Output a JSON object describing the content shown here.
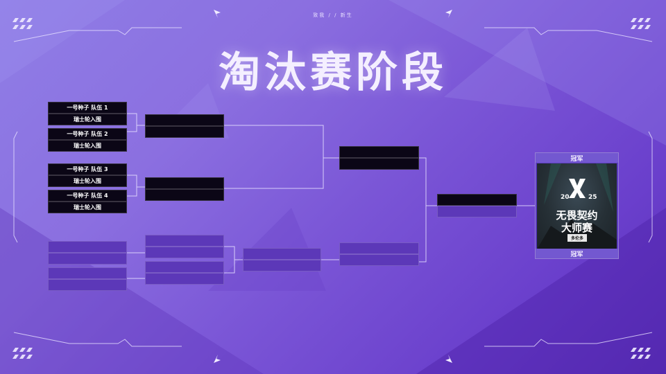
{
  "header": {
    "tagline": "致我 / / 新生"
  },
  "title": "淘汰赛阶段",
  "bracket": {
    "upper_round1": [
      {
        "top": "一号种子 队伍 1",
        "bottom": "瑞士轮入围"
      },
      {
        "top": "一号种子 队伍 2",
        "bottom": "瑞士轮入围"
      },
      {
        "top": "一号种子 队伍 3",
        "bottom": "瑞士轮入围"
      },
      {
        "top": "一号种子 队伍 4",
        "bottom": "瑞士轮入围"
      }
    ]
  },
  "champion": {
    "top_label": "冠军",
    "bottom_label": "冠军",
    "logo_year_left": "20",
    "logo_year_right": "25",
    "logo_line1": "无畏契约",
    "logo_line2": "大师赛",
    "logo_city": "多伦多"
  },
  "colors": {
    "background": "#7a55d6",
    "dark_slot": "#0b0616",
    "lower_slot": "#5c38b8",
    "line": "#e8e2ff"
  },
  "icons": [
    "arrow-icon",
    "slash-pattern-icon",
    "trophy-logo-icon"
  ]
}
